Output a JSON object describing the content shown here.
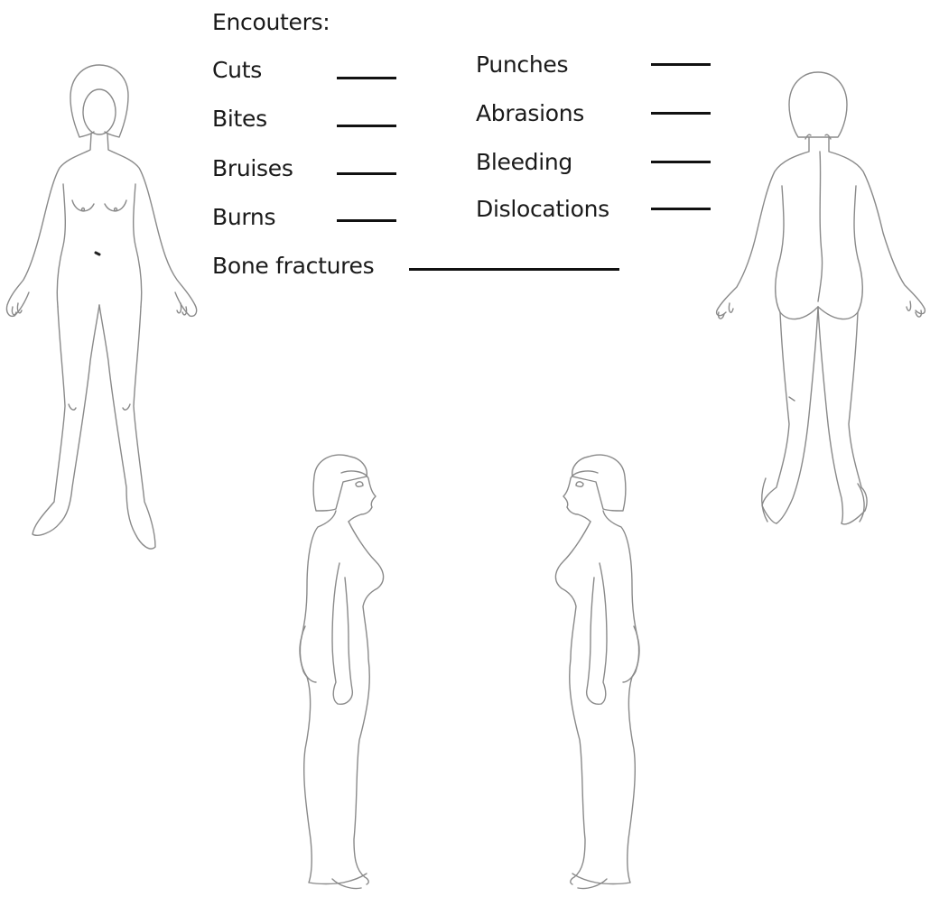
{
  "header": {
    "title": "Encouters:"
  },
  "injuries": {
    "cuts": "Cuts",
    "bites": "Bites",
    "bruises": "Bruises",
    "burns": "Burns",
    "bone_fractures": "Bone fractures",
    "punches": "Punches",
    "abrasions": "Abrasions",
    "bleeding": "Bleeding",
    "dislocations": "Dislocations"
  },
  "figures": {
    "front": "body-front",
    "back": "body-back",
    "side_right_facing": "body-side-right",
    "side_left_facing": "body-side-left"
  }
}
